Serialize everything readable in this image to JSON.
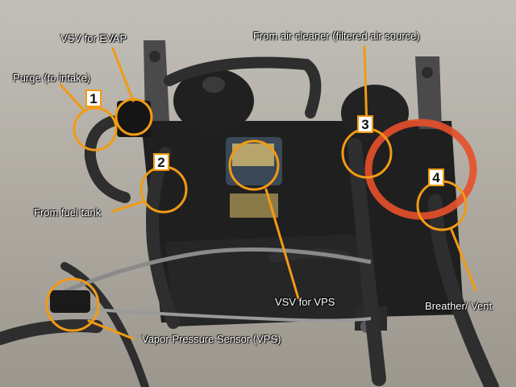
{
  "annotations": {
    "vsv_evap": "VSV for EVAP",
    "purge": "Purge (to intake)",
    "air_cleaner": "From air cleaner (filtered air source)",
    "fuel_tank": "From fuel tank",
    "vsv_vps": "VSV for VPS",
    "breather": "Breather/ Vent",
    "vps": "Vapor Pressure Sensor (VPS)"
  },
  "markers": [
    "1",
    "2",
    "3",
    "4"
  ],
  "colors": {
    "annotation": "#f29a14",
    "highlight": "#e8502a",
    "label_text": "#ffffff"
  }
}
